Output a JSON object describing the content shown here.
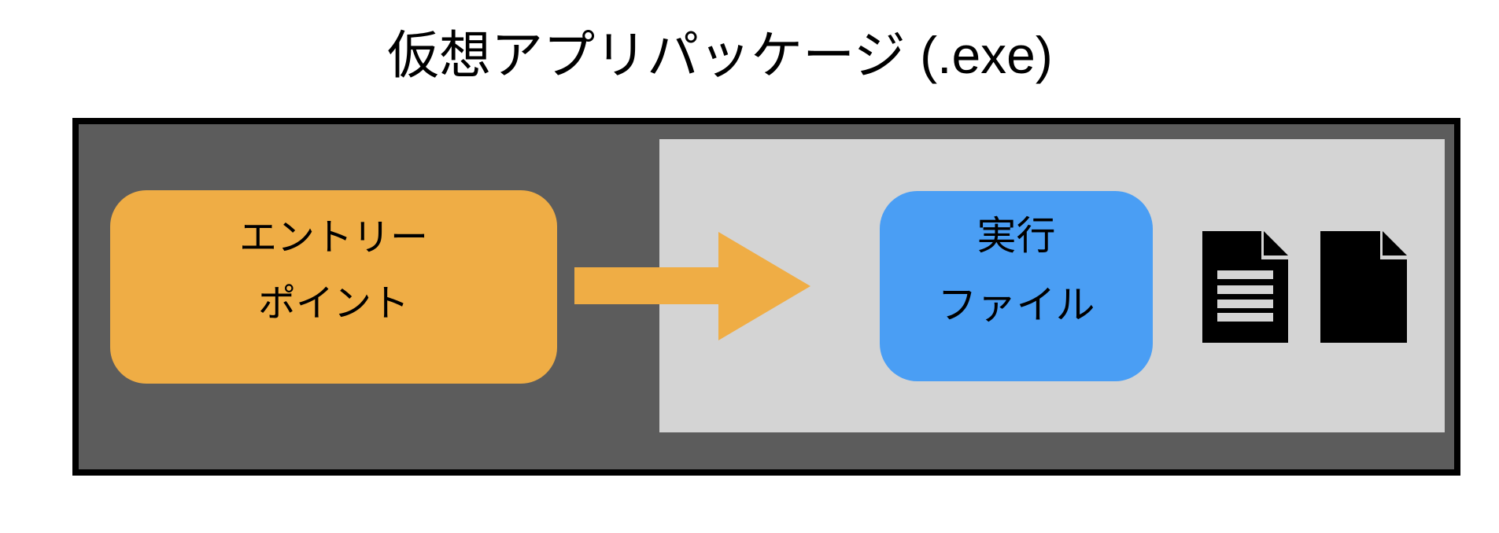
{
  "title": "仮想アプリパッケージ (.exe)",
  "package": {
    "bg_color": "#5C5C5C",
    "border_color": "#000000",
    "entry_point": {
      "line1": "エントリー",
      "line2": "ポイント",
      "bg_color": "#EFAD45",
      "text_color": "#000000"
    },
    "arrow": {
      "color": "#EFAD45",
      "direction": "right"
    },
    "contents": {
      "bg_color": "#D4D4D4",
      "executable": {
        "line1": "実行",
        "line2": "ファイル",
        "bg_color": "#4A9EF4",
        "text_color": "#000000"
      },
      "file_icons": [
        {
          "name": "text-document-icon",
          "color": "#000000"
        },
        {
          "name": "blank-document-icon",
          "color": "#000000"
        }
      ]
    }
  }
}
